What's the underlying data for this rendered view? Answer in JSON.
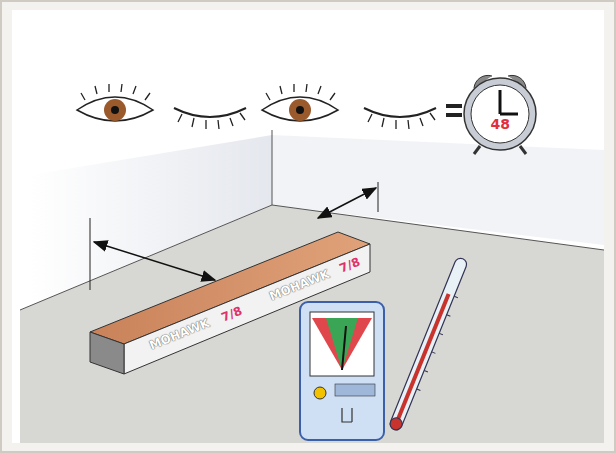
{
  "diagram": {
    "labels": [
      "MOHAWK",
      "7/8",
      "MOHAWK",
      "7/8",
      "48"
    ]
  }
}
